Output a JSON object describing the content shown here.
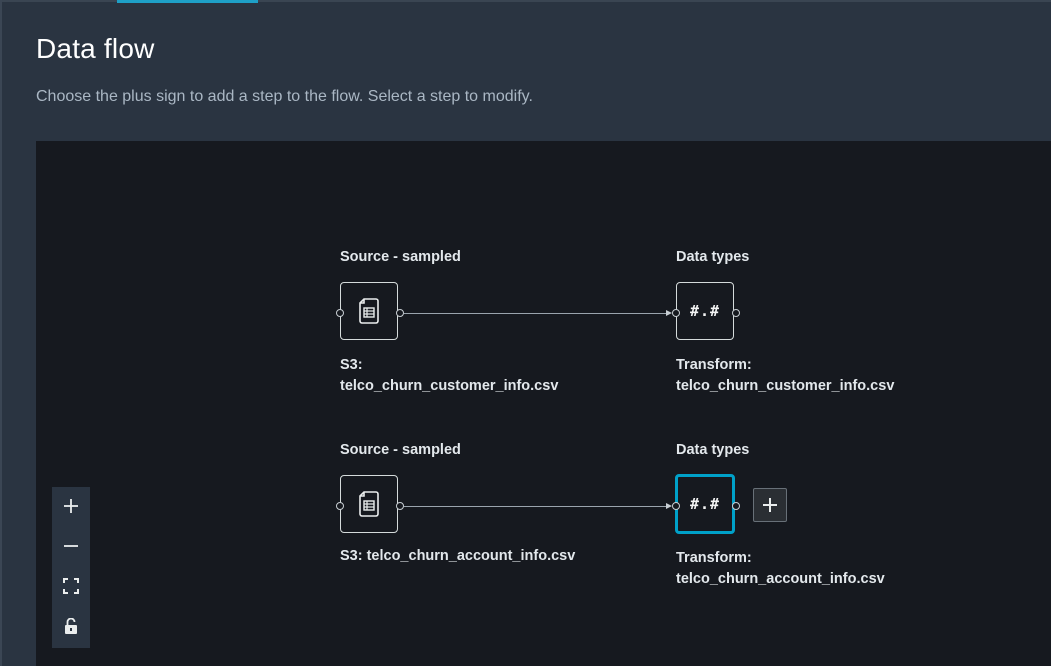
{
  "page": {
    "title": "Data flow",
    "subtitle": "Choose the plus sign to add a step to the flow. Select a step to modify."
  },
  "flow": {
    "rows": [
      {
        "source": {
          "label": "Source - sampled",
          "caption_line1": "S3:",
          "caption_line2": "telco_churn_customer_info.csv",
          "icon": "document-table-icon"
        },
        "transform": {
          "label": "Data types",
          "caption_line1": "Transform:",
          "caption_line2": "telco_churn_customer_info.csv",
          "glyph": "#.#",
          "selected": false
        }
      },
      {
        "source": {
          "label": "Source - sampled",
          "caption_line1": "S3: telco_churn_account_info.csv",
          "caption_line2": "",
          "icon": "document-table-icon"
        },
        "transform": {
          "label": "Data types",
          "caption_line1": "Transform:",
          "caption_line2": "telco_churn_account_info.csv",
          "glyph": "#.#",
          "selected": true
        }
      }
    ]
  },
  "zoom_controls": {
    "zoom_in_icon": "plus-icon",
    "zoom_out_icon": "minus-icon",
    "fit_view_icon": "fit-view-icon",
    "lock_icon": "unlock-icon"
  },
  "colors": {
    "accent": "#00a1c9",
    "canvas_bg": "#16191f",
    "panel_bg": "#2a3441"
  }
}
